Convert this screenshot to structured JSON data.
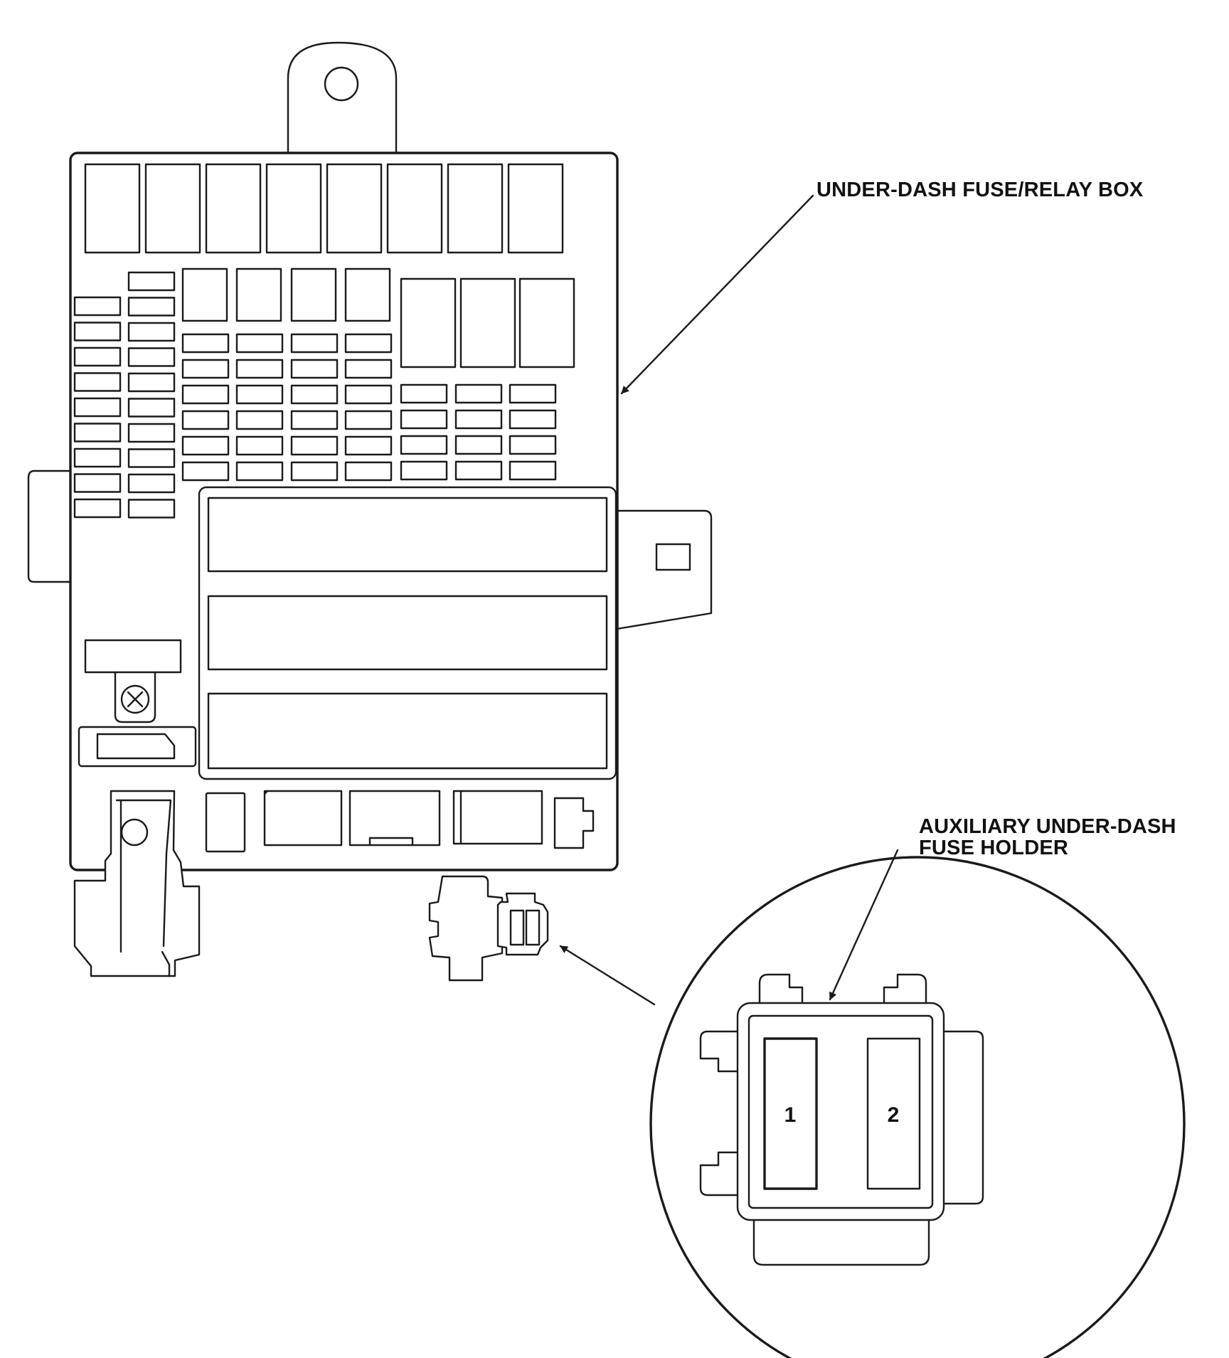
{
  "labels": {
    "main_box": "UNDER-DASH FUSE/RELAY BOX",
    "aux_holder_line1": "AUXILIARY UNDER-DASH",
    "aux_holder_line2": "FUSE HOLDER"
  },
  "aux_holder_fuses": [
    {
      "number": "1"
    },
    {
      "number": "2"
    }
  ],
  "colors": {
    "line": "#1a1a1a",
    "background": "#ffffff",
    "text": "#111111"
  }
}
